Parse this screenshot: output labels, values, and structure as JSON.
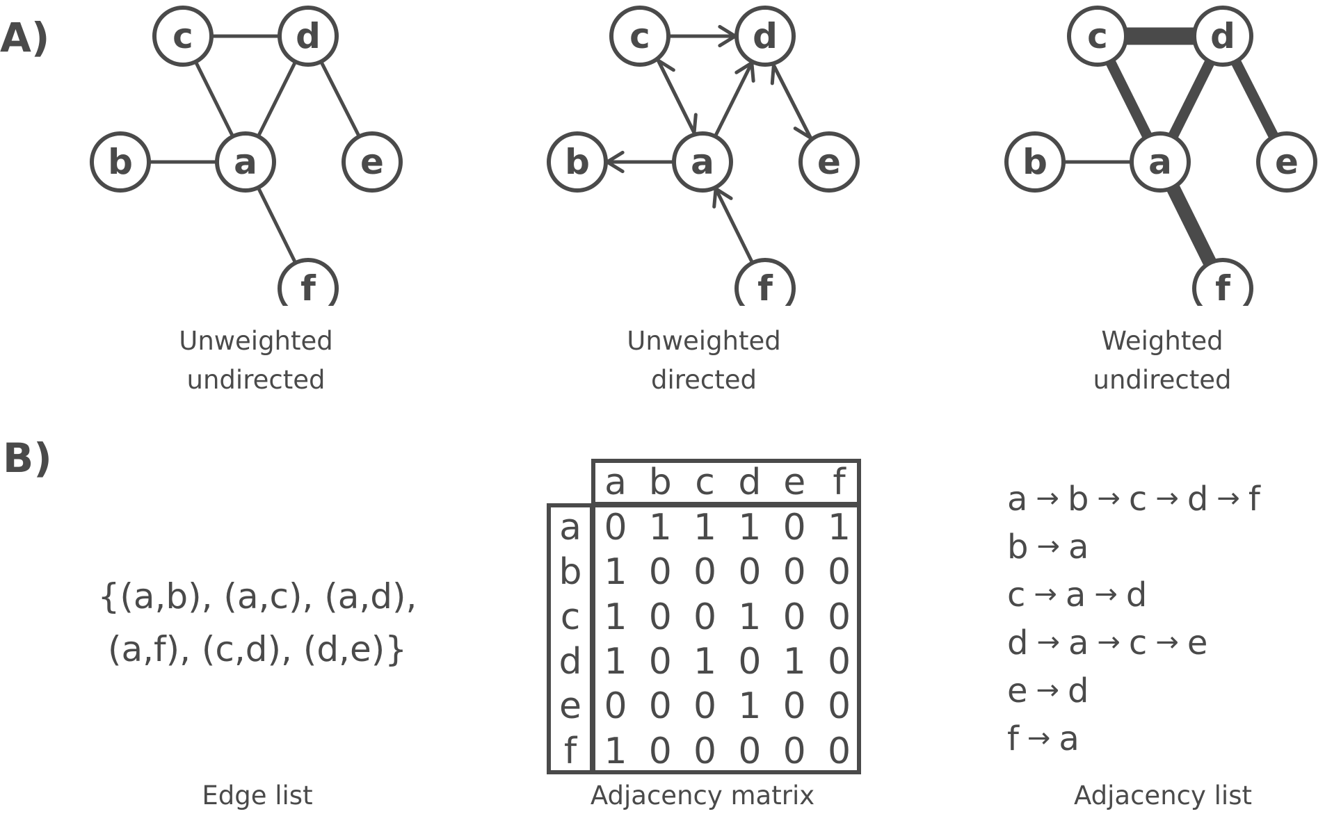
{
  "panels": {
    "a_label": "A)",
    "b_label": "B)"
  },
  "graphs": {
    "nodes": [
      "a",
      "b",
      "c",
      "d",
      "e",
      "f"
    ],
    "captions": [
      {
        "line1": "Unweighted",
        "line2": "undirected"
      },
      {
        "line1": "Unweighted",
        "line2": "directed"
      },
      {
        "line1": "Weighted",
        "line2": "undirected"
      }
    ],
    "undirected_edges": [
      [
        "a",
        "b"
      ],
      [
        "a",
        "c"
      ],
      [
        "a",
        "d"
      ],
      [
        "a",
        "f"
      ],
      [
        "c",
        "d"
      ],
      [
        "d",
        "e"
      ]
    ],
    "directed_edges": [
      {
        "from": "c",
        "to": "d"
      },
      {
        "from": "a",
        "to": "c"
      },
      {
        "from": "c",
        "to": "a"
      },
      {
        "from": "a",
        "to": "d"
      },
      {
        "from": "d",
        "to": "e"
      },
      {
        "from": "e",
        "to": "d"
      },
      {
        "from": "a",
        "to": "b"
      },
      {
        "from": "f",
        "to": "a"
      }
    ],
    "weighted_edges": [
      {
        "u": "c",
        "v": "d",
        "weight": 5
      },
      {
        "u": "a",
        "v": "c",
        "weight": 3
      },
      {
        "u": "a",
        "v": "d",
        "weight": 3
      },
      {
        "u": "d",
        "v": "e",
        "weight": 3
      },
      {
        "u": "a",
        "v": "f",
        "weight": 4
      },
      {
        "u": "a",
        "v": "b",
        "weight": 1
      }
    ],
    "colors": {
      "stroke": "#4a4a4a",
      "fill": "#ffffff"
    }
  },
  "edge_list": {
    "line1": "{(a,b), (a,c), (a,d),",
    "line2": "(a,f), (c,d), (d,e)}",
    "caption": "Edge list"
  },
  "adjacency_matrix": {
    "labels": [
      "a",
      "b",
      "c",
      "d",
      "e",
      "f"
    ],
    "rows": [
      [
        "0",
        "1",
        "1",
        "1",
        "0",
        "1"
      ],
      [
        "1",
        "0",
        "0",
        "0",
        "0",
        "0"
      ],
      [
        "1",
        "0",
        "0",
        "1",
        "0",
        "0"
      ],
      [
        "1",
        "0",
        "1",
        "0",
        "1",
        "0"
      ],
      [
        "0",
        "0",
        "0",
        "1",
        "0",
        "0"
      ],
      [
        "1",
        "0",
        "0",
        "0",
        "0",
        "0"
      ]
    ],
    "caption": "Adjacency matrix"
  },
  "adjacency_list": {
    "rows": [
      [
        "a",
        "b",
        "c",
        "d",
        "f"
      ],
      [
        "b",
        "a"
      ],
      [
        "c",
        "a",
        "d"
      ],
      [
        "d",
        "a",
        "c",
        "e"
      ],
      [
        "e",
        "d"
      ],
      [
        "f",
        "a"
      ]
    ],
    "arrow": "→",
    "caption": "Adjacency list"
  }
}
